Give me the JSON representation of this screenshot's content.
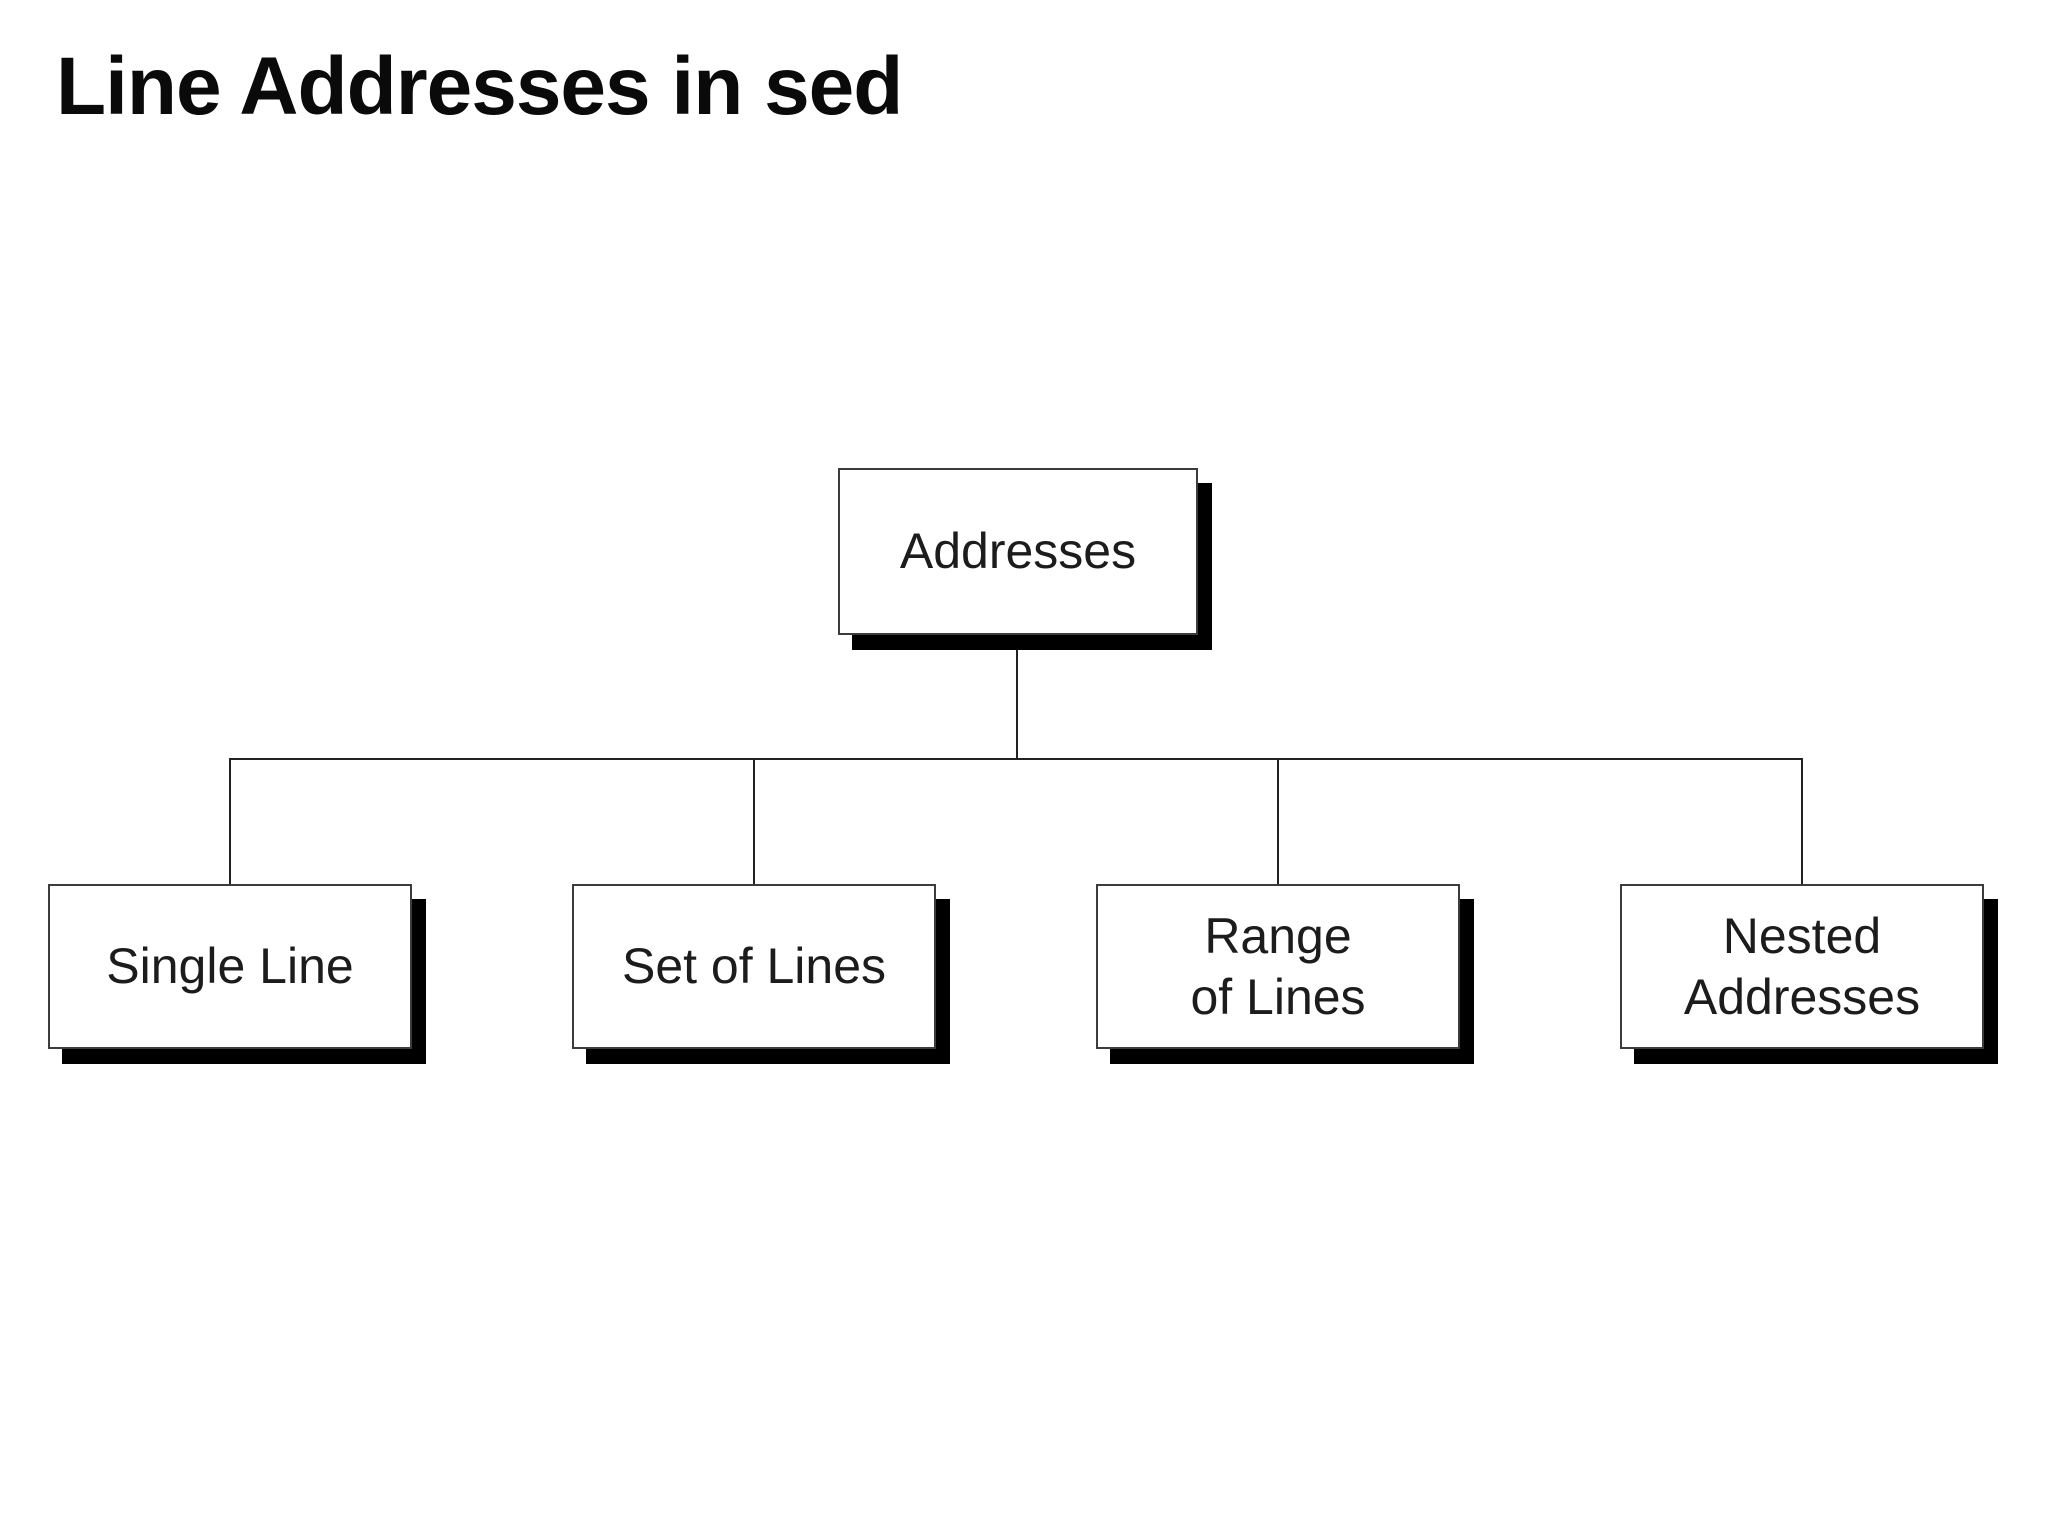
{
  "page": {
    "title": "Line Addresses in sed"
  },
  "diagram": {
    "type": "tree",
    "root": {
      "label": "Addresses"
    },
    "children": [
      {
        "label": "Single Line"
      },
      {
        "label": "Set of Lines"
      },
      {
        "label": "Range\nof Lines"
      },
      {
        "label": "Nested\nAddresses"
      }
    ]
  },
  "colors": {
    "background": "#ffffff",
    "ink": "#1c1c1c",
    "box_border": "#3c3c3c",
    "box_shadow": "#000000",
    "connector": "#222222"
  }
}
